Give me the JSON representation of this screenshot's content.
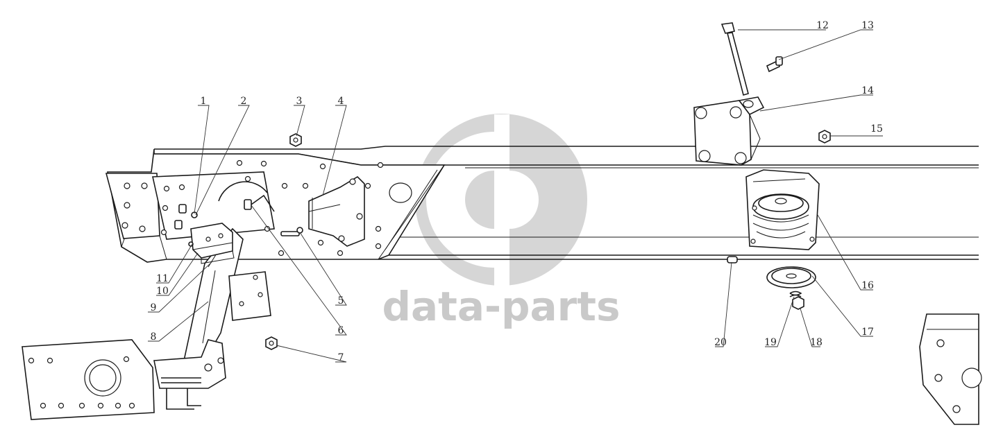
{
  "watermark": {
    "brand_text": "data-parts",
    "color": "#c9c9c9"
  },
  "callouts": [
    {
      "id": "1",
      "label": "1"
    },
    {
      "id": "2",
      "label": "2"
    },
    {
      "id": "3",
      "label": "3"
    },
    {
      "id": "4",
      "label": "4"
    },
    {
      "id": "5",
      "label": "5"
    },
    {
      "id": "6",
      "label": "6"
    },
    {
      "id": "7",
      "label": "7"
    },
    {
      "id": "8",
      "label": "8"
    },
    {
      "id": "9",
      "label": "9"
    },
    {
      "id": "10",
      "label": "10"
    },
    {
      "id": "11",
      "label": "11"
    },
    {
      "id": "12",
      "label": "12"
    },
    {
      "id": "13",
      "label": "13"
    },
    {
      "id": "14",
      "label": "14"
    },
    {
      "id": "15",
      "label": "15"
    },
    {
      "id": "16",
      "label": "16"
    },
    {
      "id": "17",
      "label": "17"
    },
    {
      "id": "18",
      "label": "18"
    },
    {
      "id": "19",
      "label": "19"
    },
    {
      "id": "20",
      "label": "20"
    }
  ]
}
